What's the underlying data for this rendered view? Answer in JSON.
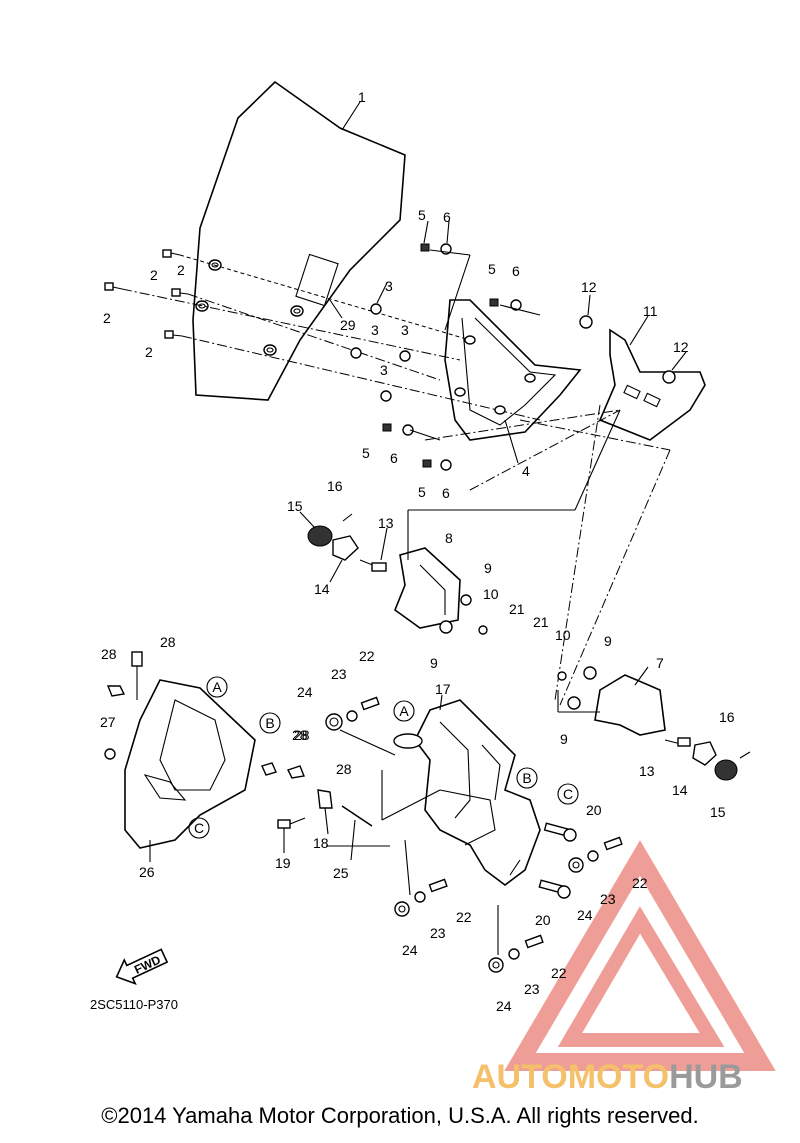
{
  "diagram": {
    "ref_code": "2SC5110-P370",
    "fwd_label": "FWD",
    "copyright": "©2014 Yamaha Motor Corporation, U.S.A. All rights reserved.",
    "watermark": {
      "word1": "AUTOMOTO",
      "word2": "HUB",
      "color1": "#f4c06a",
      "color2": "#9a9a9a",
      "triangle_color": "#e8736b"
    },
    "connectors": [
      "A",
      "A",
      "B",
      "B",
      "C",
      "C"
    ],
    "callouts": [
      "1",
      "2",
      "2",
      "2",
      "2",
      "29",
      "3",
      "3",
      "3",
      "3",
      "5",
      "6",
      "5",
      "6",
      "5",
      "6",
      "5",
      "6",
      "4",
      "12",
      "11",
      "12",
      "16",
      "15",
      "13",
      "14",
      "8",
      "9",
      "10",
      "9",
      "21",
      "21",
      "10",
      "9",
      "7",
      "9",
      "16",
      "13",
      "14",
      "15",
      "28",
      "28",
      "28",
      "27",
      "28",
      "28",
      "23",
      "22",
      "24",
      "17",
      "20",
      "22",
      "23",
      "24",
      "19",
      "18",
      "25",
      "26",
      "23",
      "22",
      "24",
      "20",
      "24",
      "23",
      "22"
    ]
  }
}
